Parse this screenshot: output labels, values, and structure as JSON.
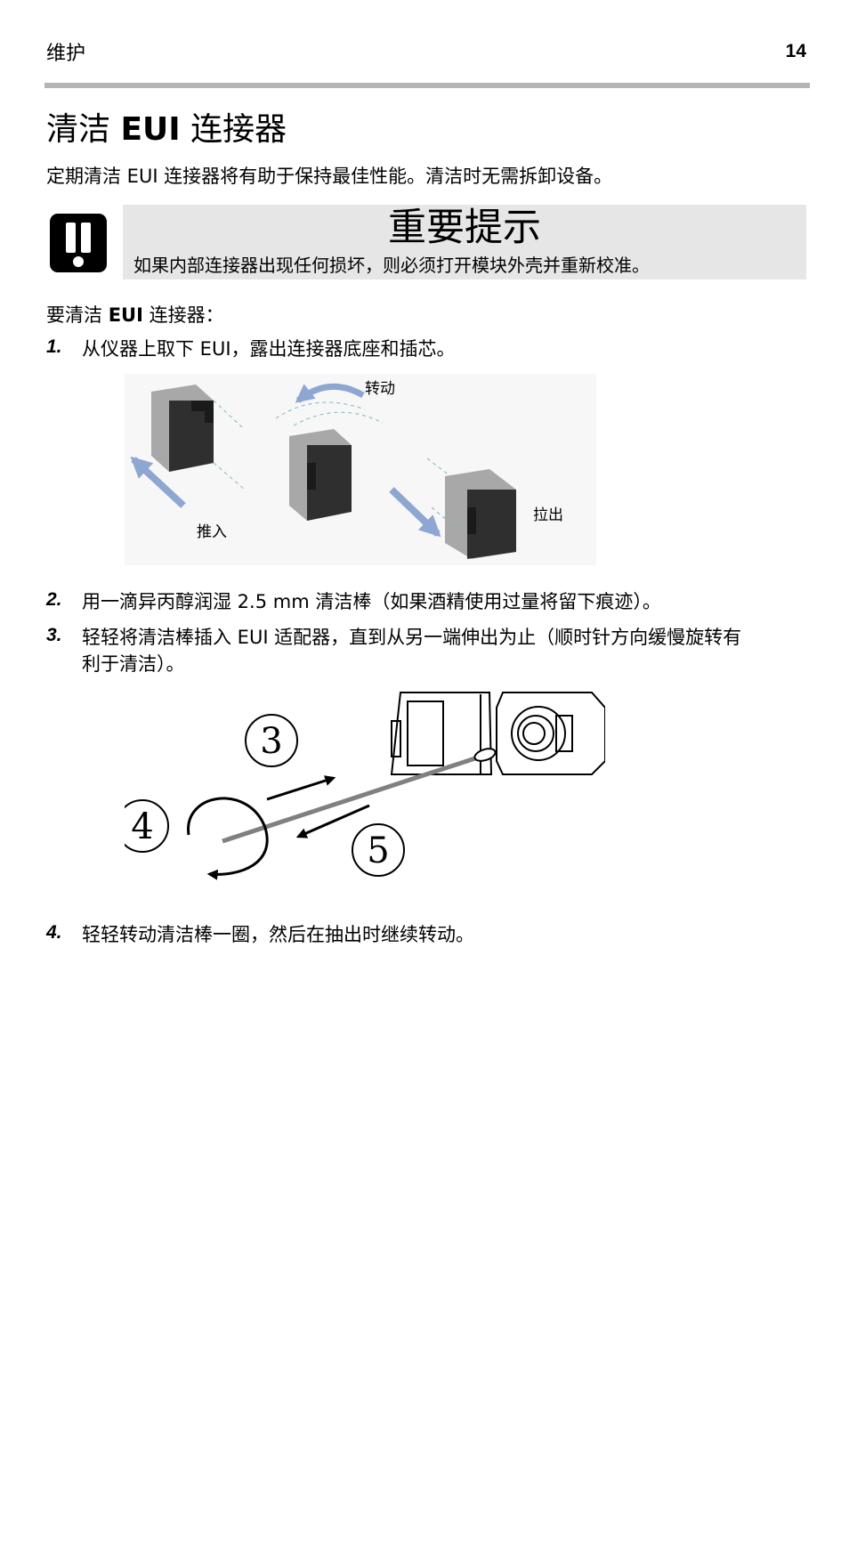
{
  "header": {
    "section": "维护",
    "page_number": "14"
  },
  "title": {
    "prefix": "清洁 ",
    "bold": "EUI",
    "suffix": " 连接器"
  },
  "intro": "定期清洁 EUI 连接器将有助于保持最佳性能。清洁时无需拆卸设备。",
  "notice": {
    "title": "重要提示",
    "text": "如果内部连接器出现任何损坏，则必须打开模块外壳并重新校准。"
  },
  "procedure": {
    "lead_prefix": "要清洁 ",
    "lead_bold": "EUI",
    "lead_suffix": " 连接器："
  },
  "steps": [
    {
      "num": "1.",
      "text": "从仪器上取下 EUI，露出连接器底座和插芯。"
    },
    {
      "num": "2.",
      "text": "用一滴异丙醇润湿 2.5 mm 清洁棒（如果酒精使用过量将留下痕迹）。"
    },
    {
      "num": "3.",
      "text": "轻轻将清洁棒插入 EUI 适配器，直到从另一端伸出为止（顺时针方向缓慢旋转有",
      "text_line2": "利于清洁）。"
    },
    {
      "num": "4.",
      "text": "轻轻转动清洁棒一圈，然后在抽出时继续转动。"
    }
  ],
  "figure1": {
    "label_rotate": "转动",
    "label_push": "推入",
    "label_pull": "拉出"
  },
  "figure2": {
    "label_3": "3",
    "label_4": "4",
    "label_5": "5"
  },
  "colors": {
    "rule": "#b4b4b4",
    "notice_bg": "#e6e6e6",
    "arrow_blue": "#8ea6d2"
  }
}
